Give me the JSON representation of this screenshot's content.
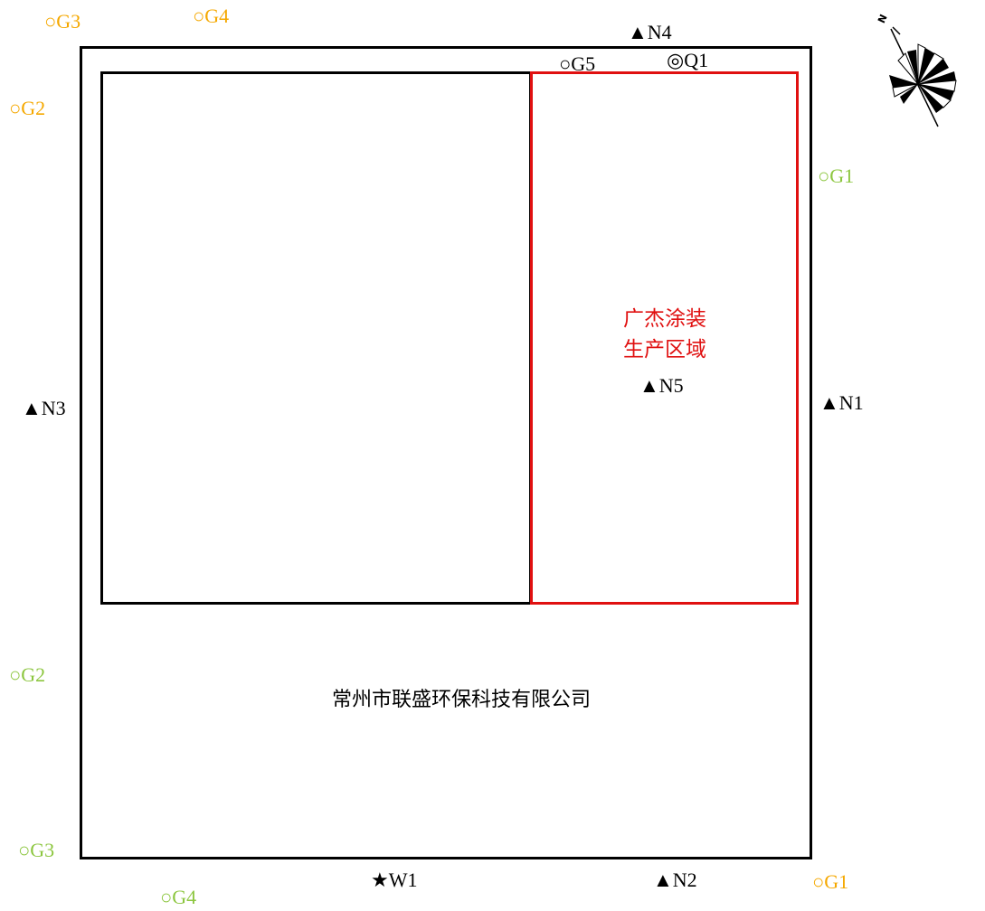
{
  "colors": {
    "black": "#000000",
    "red": "#e01010",
    "orange": "#f5a800",
    "green": "#8cc63f"
  },
  "compass": {
    "north_label": "N",
    "icon": "wind-rose-icon"
  },
  "areas": {
    "red_label_line1": "广杰涂装",
    "red_label_line2": "生产区域",
    "company_name": "常州市联盛环保科技有限公司"
  },
  "markers": {
    "n1": "▲N1",
    "n2": "▲N2",
    "n3": "▲N3",
    "n4": "▲N4",
    "n5": "▲N5",
    "w1": "★W1",
    "q1": "◎Q1",
    "g5": "○G5",
    "orange_g1": "○G1",
    "orange_g2": "○G2",
    "orange_g3": "○G3",
    "orange_g4": "○G4",
    "green_g1": "○G1",
    "green_g2": "○G2",
    "green_g3": "○G3",
    "green_g4": "○G4"
  }
}
